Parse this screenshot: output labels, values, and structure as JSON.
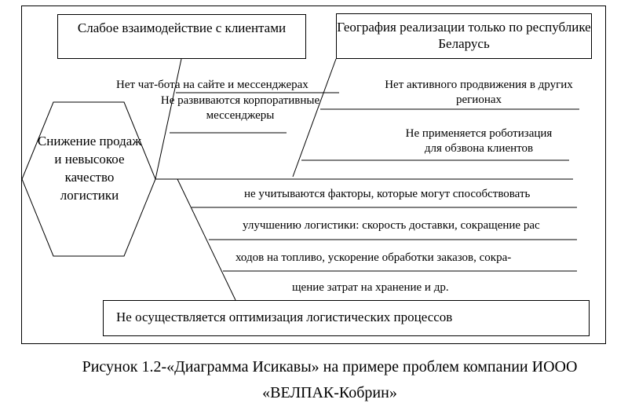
{
  "diagram": {
    "problem": "Снижение продаж и невысокое качество логистики",
    "categories": [
      "Слабое взаимодействие с клиентами",
      "География реализации только по республике Беларусь",
      "Не осуществляется оптимизация логистических процессов"
    ],
    "causes": {
      "c1_line1": "Нет чат-бота на сайте и мессенджерах",
      "c2_line1": "Не развиваются корпоративные",
      "c2_line2": "мессенджеры",
      "c3_line1": "Нет активного продвижения в других",
      "c3_line2": "регионах",
      "c4_line1": "Не применяется роботизация",
      "c4_line2": "для обзвона клиентов",
      "c5_line1": "не учитываются факторы, которые могут способствовать",
      "c5_line2": "улучшению логистики: скорость доставки, сокращение рас",
      "c5_line3": "ходов на топливо,  ускорение обработки заказов, сокра-",
      "c5_line4": "щение затрат на хранение и др."
    }
  },
  "caption": {
    "line1": "Рисунок 1.2-«Диаграмма Исикавы» на примере проблем компании ИООО",
    "line2": "«ВЕЛПАК-Кобрин»"
  }
}
